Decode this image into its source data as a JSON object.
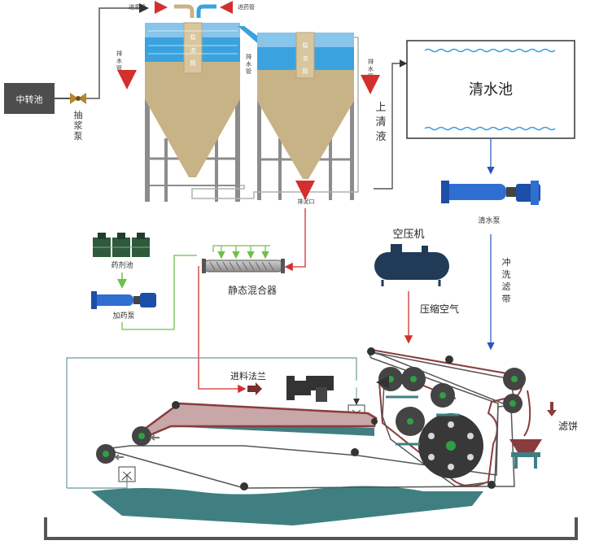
{
  "labels": {
    "transfer_tank": "中转池",
    "slurry_pump": "抽浆泵",
    "slurry_inlet_pipe": "进浆管",
    "dosing_inlet_pipe": "进药管",
    "drain_pipe_left": "排水管",
    "drain_pipe_mid": "排水管",
    "drain_pipe_right": "排水管",
    "supernatant": "上清液",
    "clear_tank": "清水池",
    "clear_pump": "清水泵",
    "wash_belt": "冲洗滤带",
    "sludge_outlet": "排泥口",
    "chemical_tank": "药剂池",
    "dosing_pump": "加药泵",
    "static_mixer": "静态混合器",
    "compressor": "空压机",
    "compressed_air": "压缩空气",
    "feed_flange": "进料法兰",
    "filter_cake": "滤饼"
  },
  "colors": {
    "dark_box": "#4d4d4d",
    "water_blue": "#3aa2de",
    "sludge_tan": "#c8b387",
    "frame_gray": "#8c8c8c",
    "pump_blue": "#2f6fd1",
    "compressor_navy": "#1f3b57",
    "teal_water": "#3f7f82",
    "belt_red": "#8a3c3c",
    "drum_dark": "#383838",
    "roller_green": "#2ea043",
    "arrow_red": "#d32f2f",
    "line_green": "#6fbf4a",
    "line_blue": "#2b53c4"
  }
}
